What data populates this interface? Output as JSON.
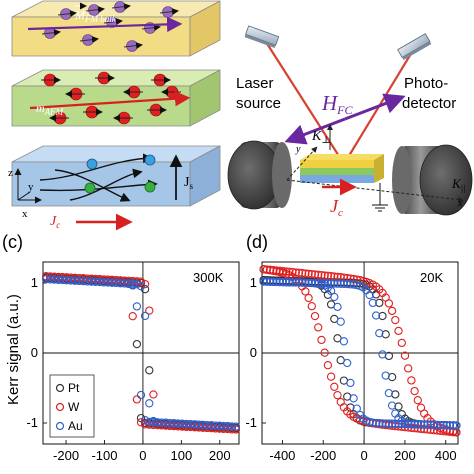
{
  "schematic": {
    "layer_top": {
      "m_symbol": "M",
      "m_subscript": "FM bulk"
    },
    "layer_mid": {
      "m_symbol": "m",
      "m_subscript": "AFM"
    },
    "layer_bottom": {
      "axis_z": "z",
      "axis_y": "y",
      "axis_x": "x",
      "js_label": "J",
      "js_sub": "s",
      "jc_label": "J",
      "jc_sub": "c"
    }
  },
  "setup": {
    "laser_label_1": "Laser",
    "laser_label_2": "source",
    "detector_label_1": "Photo-",
    "detector_label_2": "detector",
    "hfc_label": "H",
    "hfc_sub": "FC",
    "k_perp": "K",
    "k_perp_sub": "⊥",
    "k_par": "K",
    "k_par_sub": "||",
    "axis_y": "y",
    "axis_x": "x",
    "jc_label": "J",
    "jc_sub": "c",
    "colors": {
      "laser": "#d94030",
      "hfc_arrow": "#7b2fa8",
      "jc_arrow": "#d92020"
    }
  },
  "panel_c": {
    "panel_label": "(c)",
    "temperature": "300K",
    "legend": [
      "Pt",
      "W",
      "Au"
    ],
    "colors": {
      "Pt": "#333333",
      "W": "#e02020",
      "Au": "#3060d0"
    }
  },
  "panel_d": {
    "panel_label": "(d)",
    "temperature": "20K"
  },
  "y_axis_label": "Kerr signal (a.u.)",
  "chart_data": [
    {
      "type": "scatter",
      "title": "300K",
      "ylabel": "Kerr signal (a.u.)",
      "xlim": [
        -260,
        250
      ],
      "ylim": [
        -1.3,
        1.3
      ],
      "xticks": [
        -200,
        -100,
        0,
        100,
        200
      ],
      "xtick_labels": [
        "-200",
        "-100",
        "0",
        "100",
        "200"
      ],
      "yticks": [
        1,
        0,
        -1
      ],
      "ytick_labels": [
        "1",
        "0",
        "-1"
      ],
      "grid": false,
      "legend_position": "bottom-left",
      "series": [
        {
          "name": "Pt",
          "coercive": 15,
          "width": 6,
          "sat_hi": 1.0,
          "sat_lo": -1.0,
          "tilt": 0.0003,
          "color": "#333333"
        },
        {
          "name": "W",
          "coercive": 22,
          "width": 8,
          "sat_hi": 1.02,
          "sat_lo": -1.02,
          "tilt": 0.0003,
          "color": "#e02020"
        },
        {
          "name": "Au",
          "coercive": 10,
          "width": 7,
          "sat_hi": 0.98,
          "sat_lo": -0.98,
          "tilt": 0.0003,
          "color": "#3060d0"
        }
      ]
    },
    {
      "type": "scatter",
      "title": "20K",
      "xlim": [
        -500,
        460
      ],
      "ylim": [
        -1.3,
        1.3
      ],
      "xticks": [
        -400,
        -200,
        0,
        200,
        400
      ],
      "xtick_labels": [
        "-400",
        "-200",
        "0",
        "200",
        "400"
      ],
      "yticks": [
        1,
        0,
        -1
      ],
      "ytick_labels": [
        "1",
        "0",
        "-1"
      ],
      "grid": false,
      "series": [
        {
          "name": "Pt",
          "coercive": 120,
          "width": 50,
          "sat_hi": 1.0,
          "sat_lo": -1.0,
          "tilt": 8e-05,
          "color": "#333333"
        },
        {
          "name": "W",
          "coercive": 200,
          "width": 90,
          "sat_hi": 1.05,
          "sat_lo": -1.0,
          "tilt": 0.0003,
          "color": "#e02020"
        },
        {
          "name": "Au",
          "coercive": 90,
          "width": 50,
          "sat_hi": 0.98,
          "sat_lo": -1.0,
          "tilt": 8e-05,
          "color": "#3060d0"
        }
      ]
    }
  ]
}
